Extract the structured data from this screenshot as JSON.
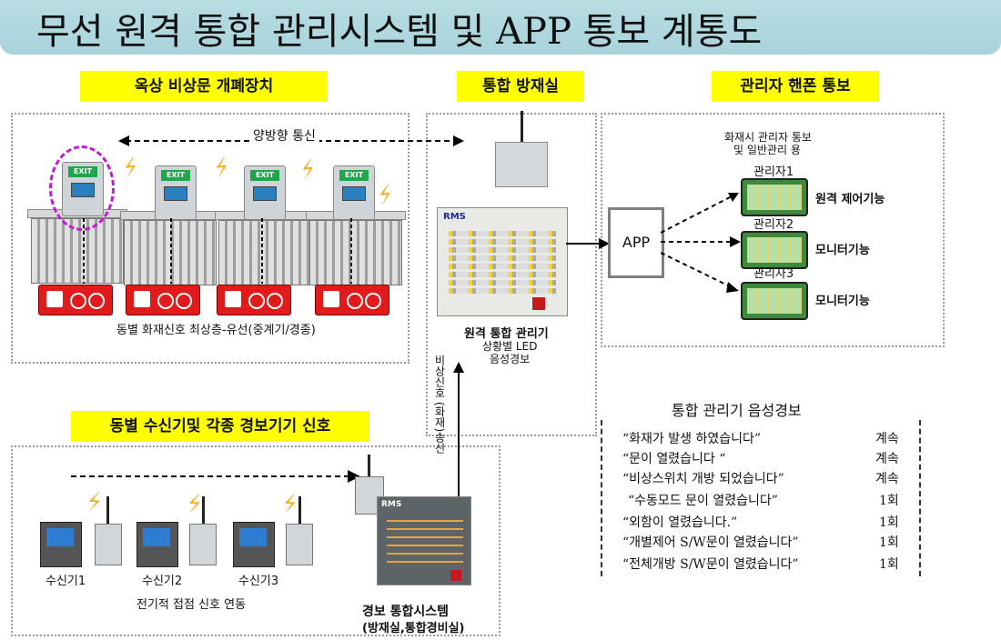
{
  "title": "무선 원격 통합 관리시스템 및 APP 통보 계통도",
  "sections": {
    "rooftop": "옥상 비상문 개폐장치",
    "control_room": "통합 방재실",
    "manager_phone": "관리자  핸폰 통보",
    "dong_signal": "동별 수신기및 각종 경보기기 신호"
  },
  "rooftop_box": {
    "exit_sign": "EXIT",
    "bidirectional": "양방향 통신",
    "fire_signal_note": "동별 화재신호 최상층-유선(중계기/경종)"
  },
  "control": {
    "panel_brand": "RMS",
    "panel_caption": "원격 통합 관리기",
    "panel_sub1": "상황별 LED",
    "panel_sub2": "음성경보",
    "vertical_signal": "비상신호 (화재)송신"
  },
  "manager": {
    "note_line1": "화재시 관리자 통보",
    "note_line2": "및 일반관리 용",
    "app_label": "APP",
    "phones": [
      {
        "name": "관리자1",
        "function": "원격 제어기능"
      },
      {
        "name": "관리자2",
        "function": "모니터기능"
      },
      {
        "name": "관리자3",
        "function": "모니터기능"
      }
    ]
  },
  "voice": {
    "heading": "통합 관리기 음성경보",
    "rows": [
      {
        "message": "“화재가 발생 하였습니다”",
        "mode": "계속"
      },
      {
        "message": "“문이 열렸습니다  “",
        "mode": "계속"
      },
      {
        "message": "“비상스위치 개방 되었습니다”",
        "mode": "계속"
      },
      {
        "message": "“수동모드 문이 열렸습니다”",
        "mode": "1회"
      },
      {
        "message": "“외함이 열렸습니다.”",
        "mode": "1회"
      },
      {
        "message": "“개별제어 S/W문이 열렸습니다”",
        "mode": "1회"
      },
      {
        "message": "“전체개방 S/W문이 열렸습니다”",
        "mode": "1회"
      }
    ]
  },
  "receivers": {
    "items": [
      "수신기1",
      "수신기2",
      "수신기3"
    ],
    "contact_note": "전기적 접점 신호 연동",
    "alarm_system": "경보 통합시스템",
    "alarm_system_sub": "(방재실,통합경비실)"
  },
  "colors": {
    "label_yellow": "#ffff00",
    "title_bg": "#b8dde3",
    "device_red": "#e11b1b",
    "exit_green": "#1fa84a"
  }
}
